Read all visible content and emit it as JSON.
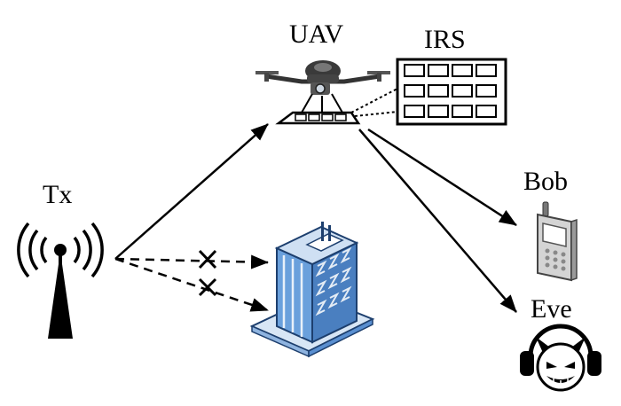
{
  "labels": {
    "tx": "Tx",
    "uav": "UAV",
    "irs": "IRS",
    "bob": "Bob",
    "eve": "Eve"
  },
  "icons": {
    "transmitter": "antenna-tower-icon",
    "uav": "drone-icon",
    "irs": "irs-panel-icon",
    "building": "building-icon",
    "bob": "mobile-phone-icon",
    "eve": "eavesdropper-devil-headphones-icon"
  },
  "colors": {
    "line": "#000000",
    "building_blue": "#5a8fd0",
    "building_dark": "#1d3f6e",
    "phone_gray": "#c9c9c9"
  }
}
